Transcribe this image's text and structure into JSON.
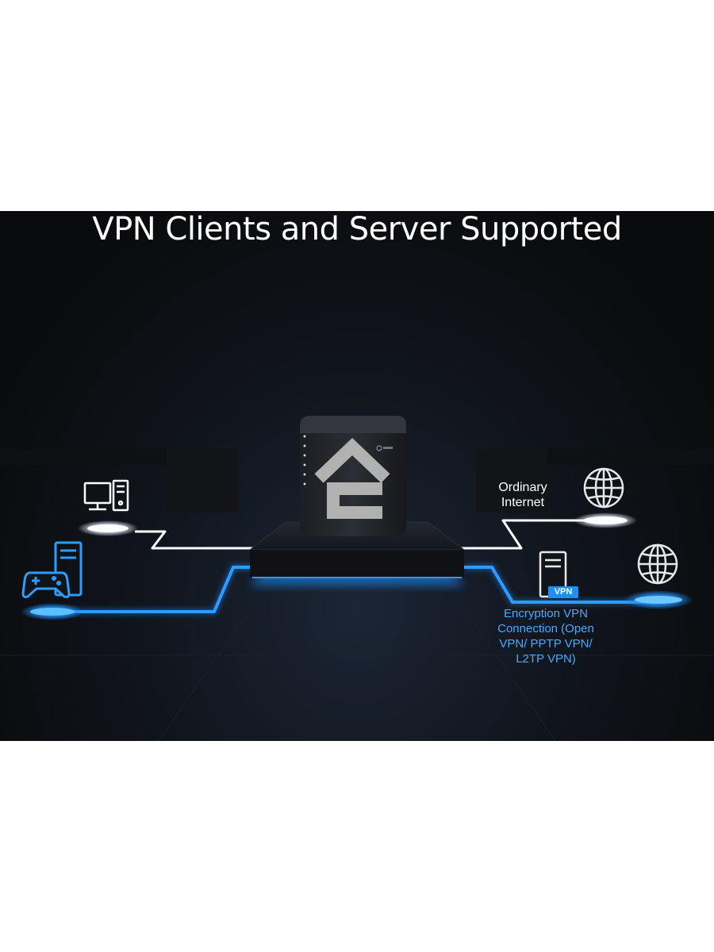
{
  "title": "VPN Clients and Server Supported",
  "labels": {
    "ordinary_internet": "Ordinary Internet",
    "vpn_connection": "Encryption VPN Connection (Open VPN/ PPTP VPN/ L2TP VPN)",
    "vpn_badge": "VPN"
  },
  "icons": {
    "desktop": "desktop-computer-icon",
    "gaming": "game-controller-pc-icon",
    "globe_ordinary": "globe-icon",
    "globe_vpn": "globe-icon",
    "vpn_server": "server-icon",
    "router": "router-icon",
    "watermark": "home-watermark-icon"
  },
  "colors": {
    "background": "#0a0b0d",
    "accent_blue": "#1e8fff",
    "label_blue": "#4aa8ff",
    "line_white": "#ffffff"
  }
}
